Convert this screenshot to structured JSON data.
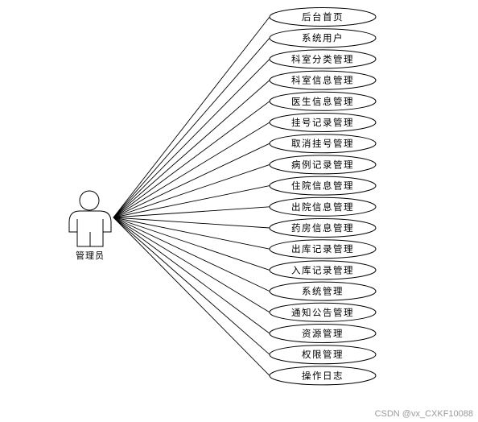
{
  "actor": {
    "label": "管理员"
  },
  "use_cases": [
    "后台首页",
    "系统用户",
    "科室分类管理",
    "科室信息管理",
    "医生信息管理",
    "挂号记录管理",
    "取消挂号管理",
    "病例记录管理",
    "住院信息管理",
    "出院信息管理",
    "药房信息管理",
    "出库记录管理",
    "入库记录管理",
    "系统管理",
    "通知公告管理",
    "资源管理",
    "权限管理",
    "操作日志"
  ],
  "watermark": "CSDN @vx_CXKF10088"
}
